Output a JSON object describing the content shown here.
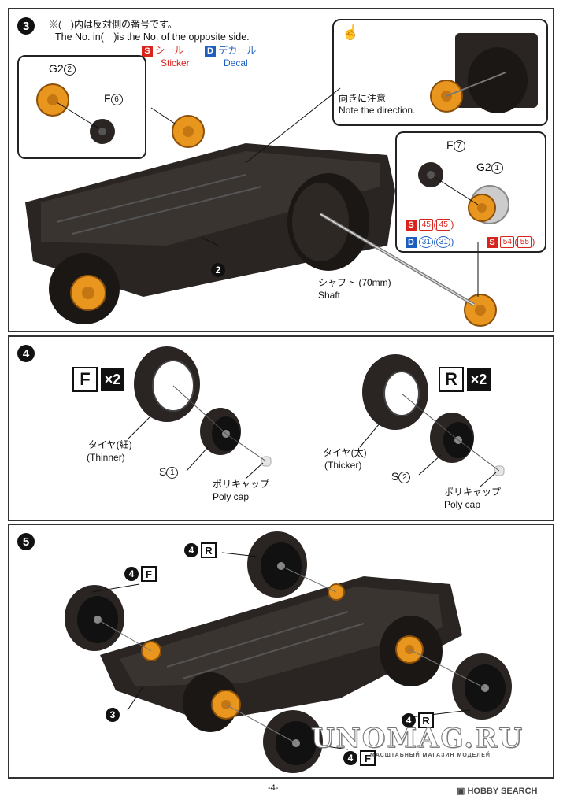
{
  "step3": {
    "number": "3",
    "note_jp": "※(　)内は反対側の番号です。",
    "note_en": "The No. in(　)is the No. of the opposite side.",
    "legend": {
      "s_letter": "S",
      "s_jp": "シール",
      "s_en": "Sticker",
      "d_letter": "D",
      "d_jp": "デカール",
      "d_en": "Decal"
    },
    "left_box": {
      "g2_label": "G2",
      "g2_num": "2",
      "f_label": "F",
      "f_num": "6"
    },
    "direction_jp": "向きに注意",
    "direction_en": "Note the direction.",
    "right_box": {
      "f_label": "F",
      "f_num": "7",
      "g2_label": "G2",
      "g2_num": "1",
      "s1_letter": "S",
      "s1_num": "45",
      "s1_opp": "45",
      "d1_letter": "D",
      "d1_num": "31",
      "d1_opp": "31",
      "s2_letter": "S",
      "s2_num": "54",
      "s2_opp": "55"
    },
    "part_ref": "2",
    "shaft_jp": "シャフト (70mm)",
    "shaft_en": "Shaft"
  },
  "step4": {
    "number": "4",
    "front": {
      "letter": "F",
      "qty": "×2",
      "tire_jp": "タイヤ(細)",
      "tire_en": "(Thinner)",
      "wheel_label": "S",
      "wheel_num": "1",
      "cap_jp": "ポリキャップ",
      "cap_en": "Poly cap"
    },
    "rear": {
      "letter": "R",
      "qty": "×2",
      "tire_jp": "タイヤ(太)",
      "tire_en": "(Thicker)",
      "wheel_label": "S",
      "wheel_num": "2",
      "cap_jp": "ポリキャップ",
      "cap_en": "Poly cap"
    }
  },
  "step5": {
    "number": "5",
    "refs": [
      {
        "num": "4",
        "letter": "R"
      },
      {
        "num": "4",
        "letter": "F"
      },
      {
        "num": "4",
        "letter": "R"
      },
      {
        "num": "4",
        "letter": "F"
      }
    ],
    "chassis_ref": "3"
  },
  "page_number": "-4-",
  "watermark": "UNOMAG.RU",
  "watermark_sub": "МАСШТАБНЫЙ МАГАЗИН МОДЕЛЕЙ",
  "brand": "HOBBY SEARCH",
  "colors": {
    "orange": "#e8961e",
    "chassis": "#2a2522",
    "sticker": "#d9231d",
    "decal": "#1d5fbf"
  }
}
